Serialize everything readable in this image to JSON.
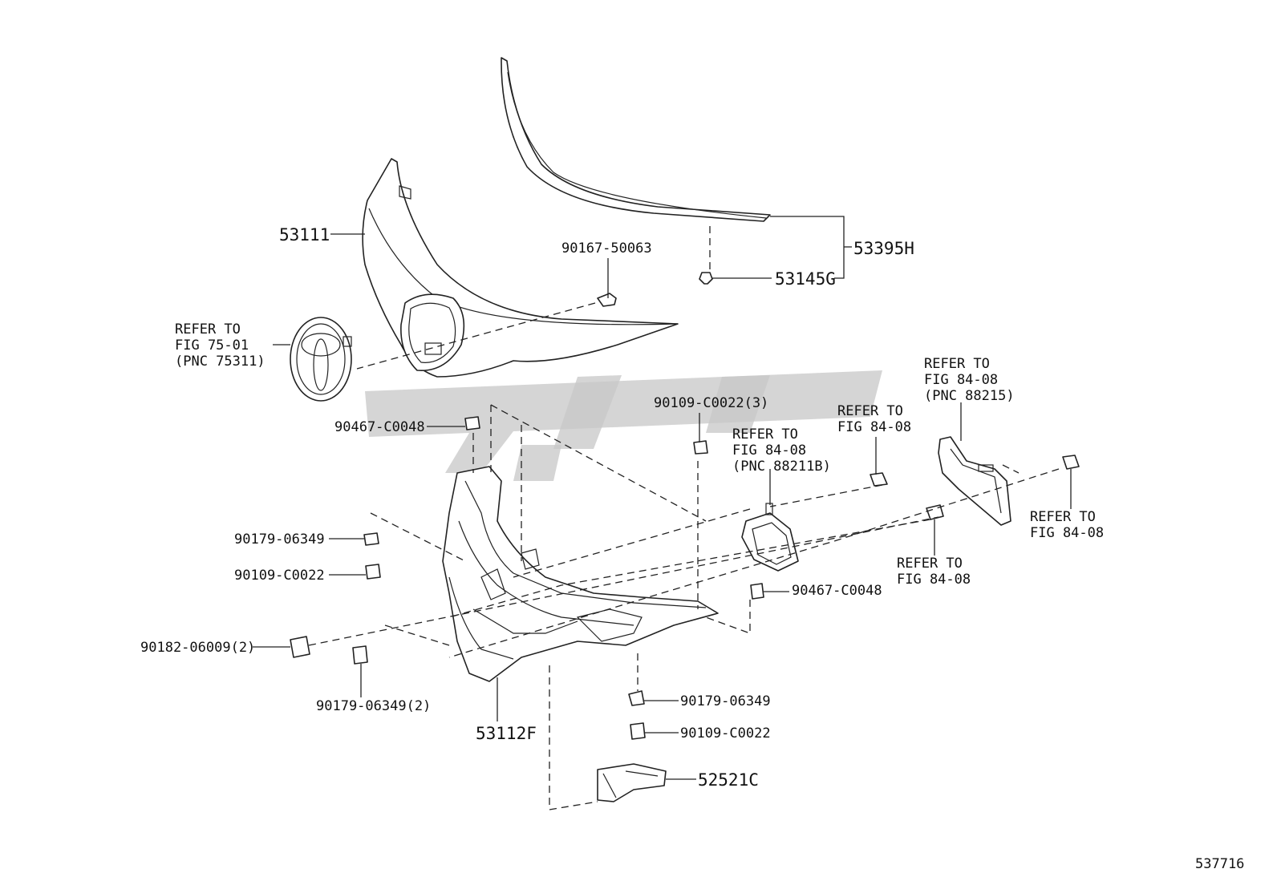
{
  "diagram_id": "537716",
  "parts": {
    "grille_upper": "53111",
    "molding": "53395H",
    "clip": "53145G",
    "screw_upper": "90167-50063",
    "emblem_ref": [
      "REFER TO",
      "FIG 75-01",
      "(PNC 75311)"
    ],
    "clip_left": "90467-C0048",
    "bolt_set3": "90109-C0022(3)",
    "sensor_ref_a": [
      "REFER TO",
      "FIG 84-08",
      "(PNC 88211B)"
    ],
    "bolt_ref_a": [
      "REFER TO",
      "FIG 84-08"
    ],
    "bracket_ref": [
      "REFER TO",
      "FIG 84-08",
      "(PNC 88215)"
    ],
    "bolt_ref_right": [
      "REFER TO",
      "FIG 84-08"
    ],
    "bolt_ref_mid": [
      "REFER TO",
      "FIG 84-08"
    ],
    "nut_left": "90179-06349",
    "bolt_left": "90109-C0022",
    "clip_right": "90467-C0048",
    "grommet": "90182-06009(2)",
    "nut_left2": "90179-06349(2)",
    "grille_lower": "53112F",
    "nut_bottom": "90179-06349",
    "bolt_bottom": "90109-C0022",
    "bracket_bottom": "52521C"
  }
}
